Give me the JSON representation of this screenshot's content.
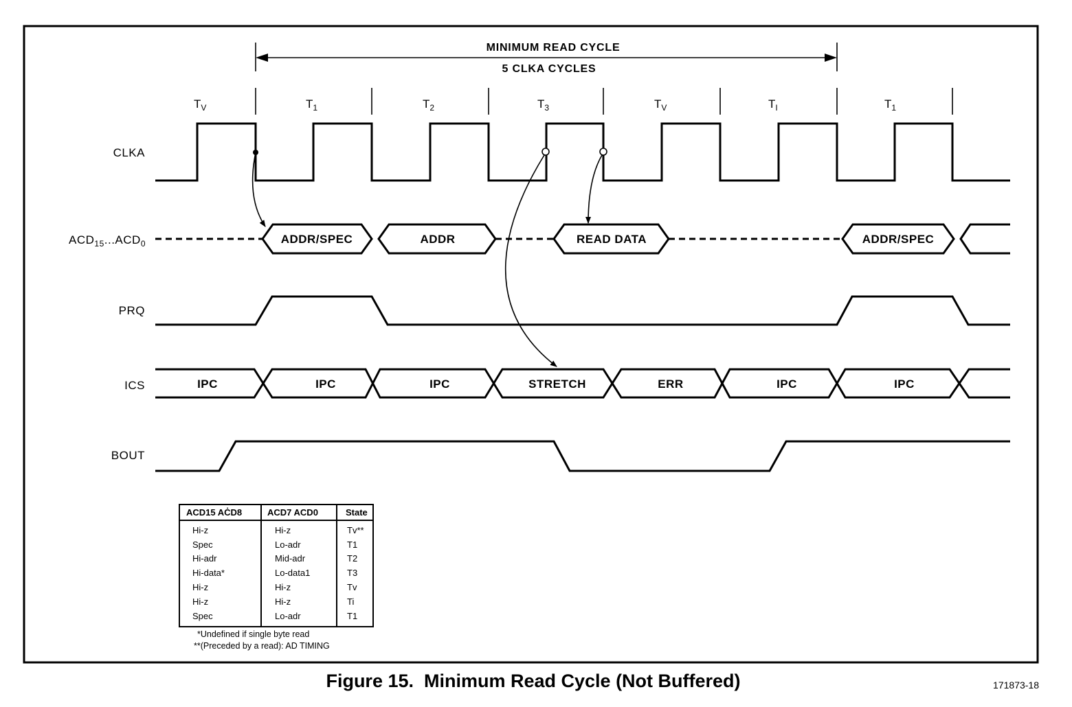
{
  "header": {
    "line1": "MINIMUM READ CYCLE",
    "line2": "5 CLKA CYCLES"
  },
  "states": [
    {
      "base": "T",
      "sub": "V"
    },
    {
      "base": "T",
      "sub": "1"
    },
    {
      "base": "T",
      "sub": "2"
    },
    {
      "base": "T",
      "sub": "3"
    },
    {
      "base": "T",
      "sub": "V"
    },
    {
      "base": "T",
      "sub": "I"
    },
    {
      "base": "T",
      "sub": "1"
    }
  ],
  "signals": {
    "clka": "CLKA",
    "acd": {
      "base1": "ACD",
      "sub1": "15",
      "mid": "...ACD",
      "sub2": "0"
    },
    "prq": "PRQ",
    "ics": "ICS",
    "bout": "BOUT"
  },
  "acd_segments": [
    "ADDR/SPEC",
    "ADDR",
    "READ DATA",
    "ADDR/SPEC"
  ],
  "ics_segments": [
    "IPC",
    "IPC",
    "IPC",
    "STRETCH",
    "ERR",
    "IPC",
    "IPC"
  ],
  "table": {
    "headers": [
      "ACD15  AĊD8",
      "ACD7  ACD0",
      "State"
    ],
    "rows": [
      [
        "Hi-z",
        "Hi-z",
        "Tv**"
      ],
      [
        "Spec",
        "Lo-adr",
        "T1"
      ],
      [
        "Hi-adr",
        "Mid-adr",
        "T2"
      ],
      [
        "Hi-data*",
        "Lo-data1",
        "T3"
      ],
      [
        "Hi-z",
        "Hi-z",
        "Tv"
      ],
      [
        "Hi-z",
        "Hi-z",
        "Ti"
      ],
      [
        "Spec",
        "Lo-adr",
        "T1"
      ]
    ],
    "notes": [
      "*Undefined if single byte read",
      "**(Preceded by a read): AD TIMING"
    ]
  },
  "caption": "Figure 15.  Minimum Read Cycle (Not Buffered)",
  "doc_id": "171873-18"
}
